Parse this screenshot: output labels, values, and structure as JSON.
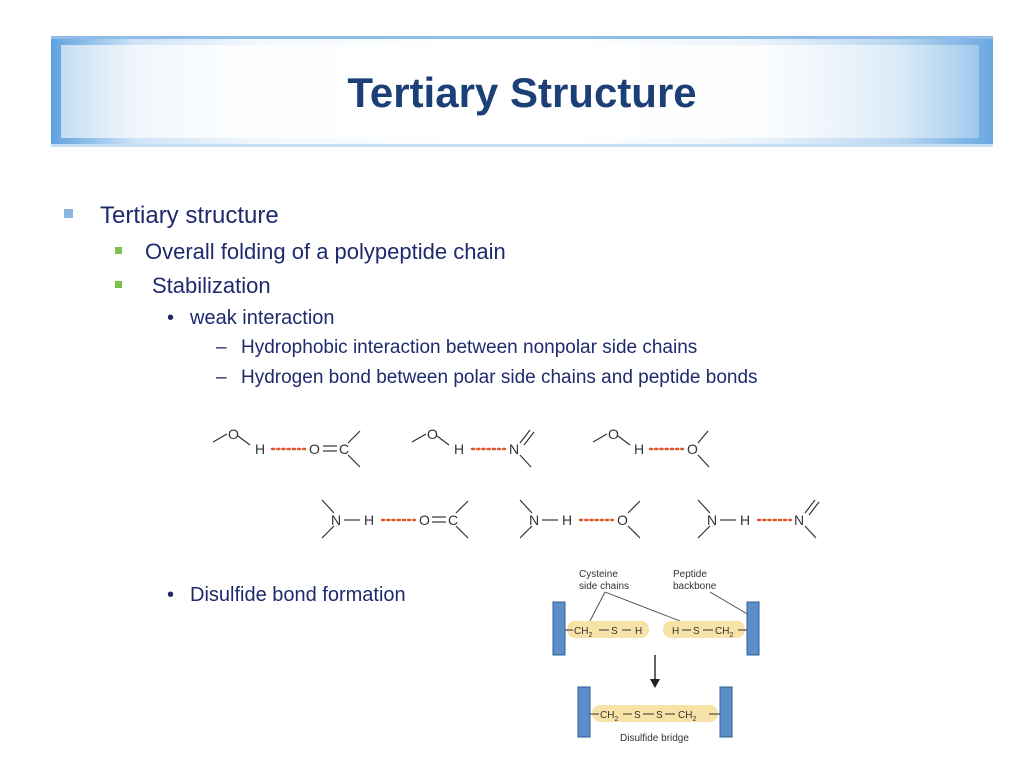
{
  "slide": {
    "title": "Tertiary Structure",
    "bullets": {
      "l1": "Tertiary structure",
      "l2a": "Overall folding of a polypeptide chain",
      "l2b": "Stabilization",
      "l3a": "weak interaction",
      "l4a": "Hydrophobic interaction between nonpolar side chains",
      "l4b": "Hydrogen bond between polar side chains and peptide bonds",
      "l3b": "Disulfide bond formation"
    },
    "markers": {
      "dot": "•",
      "dash": "–"
    },
    "colors": {
      "title": "#1d3f78",
      "text": "#1f2a6e",
      "l1_marker": "#8ab6e0",
      "l2_marker": "#7cc04a",
      "hbond": "#e0552a",
      "sidechain": "#f7e3a8",
      "backbone": "#5b8fc9"
    }
  },
  "hbond_figure": {
    "atoms": {
      "O": "O",
      "H": "H",
      "C": "C",
      "N": "N"
    }
  },
  "disulfide_figure": {
    "label_side_chains_1": "Cysteine",
    "label_side_chains_2": "side chains",
    "label_backbone_1": "Peptide",
    "label_backbone_2": "backbone",
    "left_group": "CH",
    "right_group": "CH",
    "sub2": "2",
    "S": "S",
    "H": "H",
    "bridge_label": "Disulfide bridge"
  }
}
